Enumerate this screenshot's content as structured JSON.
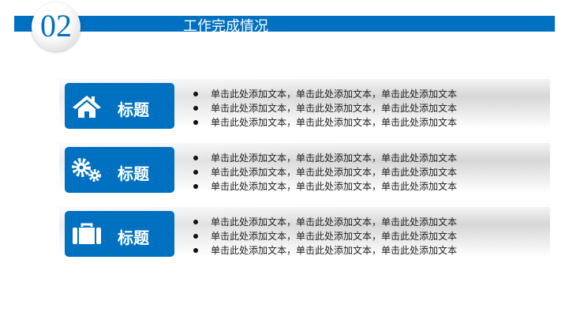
{
  "header": {
    "number": "02",
    "title": "工作完成情况"
  },
  "sections": [
    {
      "title": "标题",
      "icon": "home-icon",
      "items": [
        "单击此处添加文本，单击此处添加文本，单击此处添加文本",
        "单击此处添加文本，单击此处添加文本，单击此处添加文本",
        "单击此处添加文本，单击此处添加文本，单击此处添加文本"
      ]
    },
    {
      "title": "标题",
      "icon": "gears-icon",
      "items": [
        "单击此处添加文本，单击此处添加文本，单击此处添加文本",
        "单击此处添加文本，单击此处添加文本，单击此处添加文本",
        "单击此处添加文本，单击此处添加文本，单击此处添加文本"
      ]
    },
    {
      "title": "标题",
      "icon": "briefcase-icon",
      "items": [
        "单击此处添加文本，单击此处添加文本，单击此处添加文本",
        "单击此处添加文本，单击此处添加文本，单击此处添加文本",
        "单击此处添加文本，单击此处添加文本，单击此处添加文本"
      ]
    }
  ],
  "colors": {
    "accent": "#0070c0"
  }
}
